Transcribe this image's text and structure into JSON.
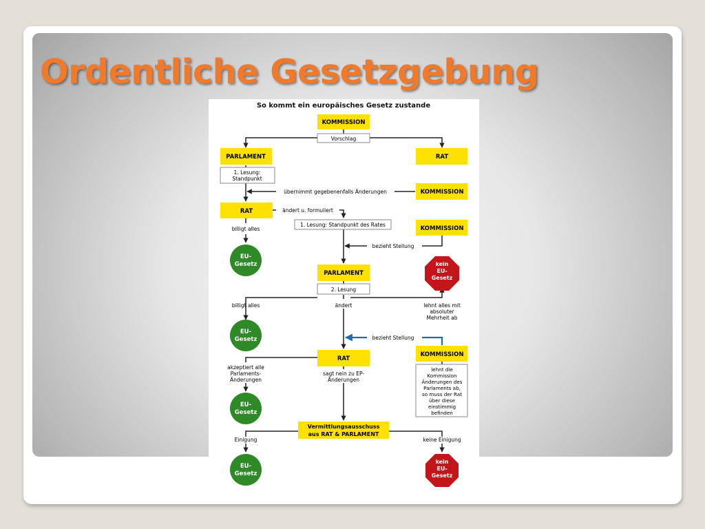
{
  "slide": {
    "title": "Ordentliche Gesetzgebung"
  },
  "diagram": {
    "title": "So kommt ein europäisches Gesetz zustande",
    "nodes": {
      "kommission_top": "KOMMISSION",
      "vorschlag": "Vorschlag",
      "parlament_1": "PARLAMENT",
      "rat_top": "RAT",
      "lesung1_parl": [
        "1. Lesung:",
        "Standpunkt"
      ],
      "kommission_2": "KOMMISSION",
      "rat_1": "RAT",
      "lesung1_rat": "1. Lesung: Standpunkt des Rates",
      "kommission_3": "KOMMISSION",
      "eu_gesetz_1": [
        "EU-",
        "Gesetz"
      ],
      "kein_gesetz_1": [
        "kein",
        "EU-",
        "Gesetz"
      ],
      "parlament_2": "PARLAMENT",
      "lesung2": "2. Lesung",
      "eu_gesetz_2": [
        "EU-",
        "Gesetz"
      ],
      "rat_2": "RAT",
      "kommission_4": "KOMMISSION",
      "kommission_note": [
        "lehnt die",
        "Kommission",
        "Änderungen des",
        "Parlaments ab,",
        "so muss der Rat",
        "über diese",
        "einstimmig",
        "befinden"
      ],
      "eu_gesetz_3": [
        "EU-",
        "Gesetz"
      ],
      "vermittlung": [
        "Vermittlungsausschuss",
        "aus RAT & PARLAMENT"
      ],
      "eu_gesetz_4": [
        "EU-",
        "Gesetz"
      ],
      "kein_gesetz_2": [
        "kein",
        "EU-",
        "Gesetz"
      ]
    },
    "labels": {
      "uebernimmt": "übernimmt gegebenenfalls Änderungen",
      "aendert_formuliert": "ändert u. formuliert",
      "billigt_1": "billigt alles",
      "bezieht_1": "bezieht Stellung",
      "billigt_2": "billigt alles",
      "aendert": "ändert",
      "lehnt_ab": [
        "lehnt alles mit",
        "absoluter",
        "Mehrheit ab"
      ],
      "bezieht_2": "bezieht Stellung",
      "akzeptiert": [
        "akzeptiert alle",
        "Parlaments-",
        "Änderungen"
      ],
      "sagt_nein": [
        "sagt nein zu EP-",
        "Änderungen"
      ],
      "einigung": "Einigung",
      "keine_einigung": "keine Einigung"
    },
    "colors": {
      "yellow": "#ffe100",
      "green": "#2d8a27",
      "red": "#c2161b",
      "blue_arrow": "#1f6bb0",
      "line": "#222222",
      "title_orange": "#ef7a2c"
    }
  }
}
